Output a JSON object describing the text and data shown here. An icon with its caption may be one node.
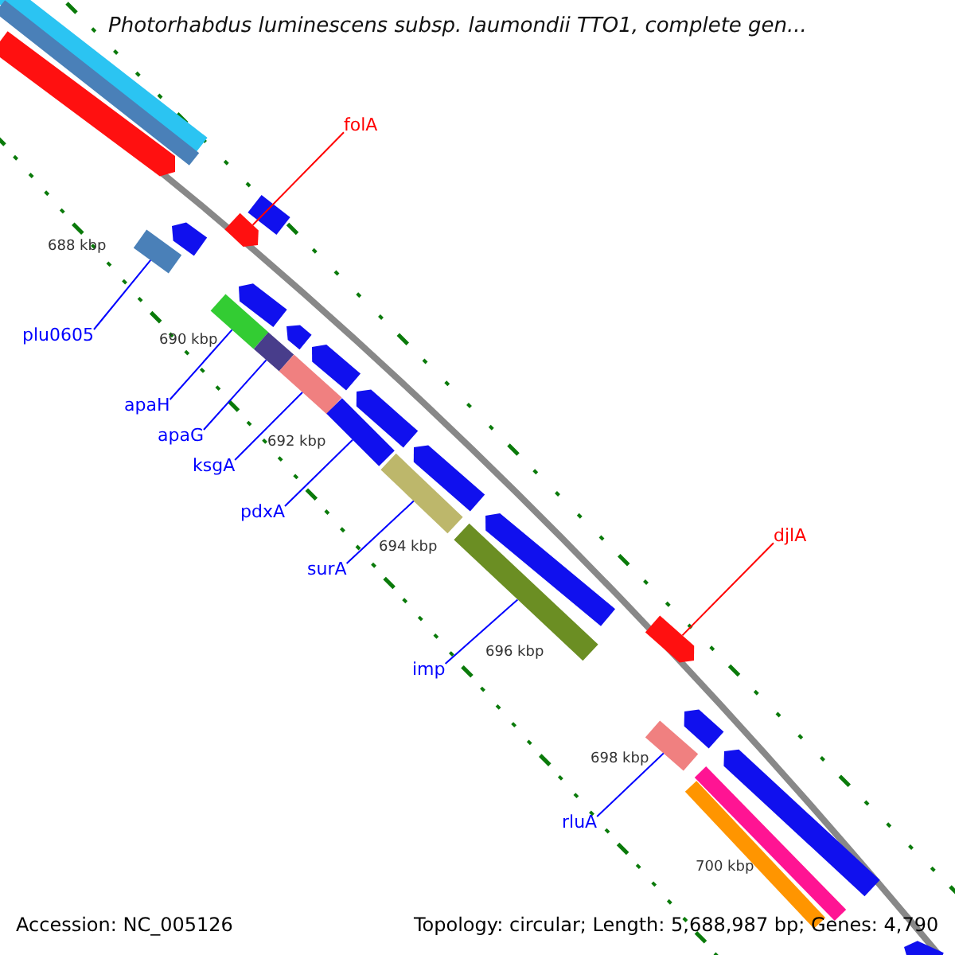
{
  "diagram": {
    "title": "Photorhabdus luminescens subsp. laumondii TTO1, complete gen...",
    "nodes": [
      {
        "text": [
          "folA"
        ]
      },
      {
        "text": [
          "plu0605"
        ]
      },
      {
        "text": [
          "apaH"
        ]
      },
      {
        "text": [
          "apaG"
        ]
      },
      {
        "text": [
          "ksgA"
        ]
      },
      {
        "text": [
          "pdxA"
        ]
      },
      {
        "text": [
          "surA"
        ]
      },
      {
        "text": [
          "imp"
        ]
      },
      {
        "text": [
          "djlA"
        ]
      },
      {
        "text": [
          "rluA"
        ]
      },
      {
        "text": [],
        "shape": "bar"
      },
      {
        "text": [],
        "shape": "bar"
      },
      {
        "text": [],
        "shape": "bar"
      },
      {
        "text": [],
        "shape": "bar"
      },
      {
        "text": [],
        "shape": "bar"
      },
      {
        "text": [],
        "shape": "bar"
      },
      {
        "text": [],
        "shape": "bar"
      },
      {
        "text": [],
        "shape": "bar"
      },
      {
        "text": [],
        "shape": "bar"
      },
      {
        "text": [],
        "shape": "bar"
      },
      {
        "text": [],
        "shape": "bar"
      },
      {
        "text": [],
        "shape": "bar"
      },
      {
        "text": [],
        "shape": "bar"
      },
      {
        "text": [],
        "shape": "bar"
      },
      {
        "text": [],
        "shape": "bar"
      },
      {
        "text": [],
        "shape": "bar"
      },
      {
        "text": [],
        "shape": "bar"
      },
      {
        "text": [],
        "shape": "bar"
      },
      {
        "text": [],
        "shape": "bar"
      },
      {
        "text": [],
        "shape": "bar"
      },
      {
        "text": [],
        "shape": "bar"
      },
      {
        "text": [],
        "shape": "bar"
      },
      {
        "text": [],
        "shape": "bar"
      },
      {
        "text": [],
        "shape": "bar"
      },
      {
        "text": [],
        "shape": "bar"
      },
      {
        "text": [],
        "shape": "bar"
      }
    ],
    "edges": [
      {
        "from": 0,
        "to": 14,
        "arrow": "none",
        "color": "#ff0000"
      },
      {
        "from": 1,
        "to": 16,
        "arrow": "none"
      },
      {
        "from": 2,
        "to": 18,
        "arrow": "none"
      },
      {
        "from": 3,
        "to": 20,
        "arrow": "none"
      },
      {
        "from": 4,
        "to": 22,
        "arrow": "none"
      },
      {
        "from": 5,
        "to": 24,
        "arrow": "none"
      },
      {
        "from": 6,
        "to": 26,
        "arrow": "none"
      },
      {
        "from": 7,
        "to": 28,
        "arrow": "none"
      },
      {
        "from": 8,
        "to": 29,
        "arrow": "none",
        "color": "#ff0000"
      },
      {
        "from": 9,
        "to": 31,
        "arrow": "none"
      }
    ],
    "labels": [
      "688 kbp",
      "690 kbp",
      "692 kbp",
      "694 kbp",
      "696 kbp",
      "698 kbp",
      "700 kbp",
      "Accession: NC_005126",
      "Topology: circular; Length: 5,688,987 bp; Genes: 4,790"
    ]
  }
}
